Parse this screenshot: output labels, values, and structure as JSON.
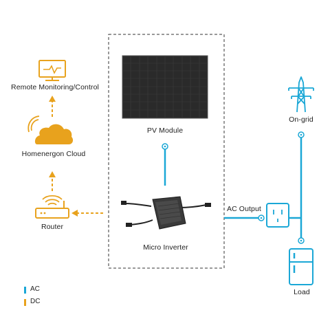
{
  "colors": {
    "ac": "#1aa7d6",
    "dc": "#e8a21d",
    "panel": "#2b2b2b",
    "border": "#333333"
  },
  "labels": {
    "remote": "Remote Monitoring/Control",
    "cloud": "Homenergon Cloud",
    "router": "Router",
    "pv": "PV Module",
    "inverter": "Micro Inverter",
    "ac_output": "AC Output",
    "grid": "On-grid",
    "load": "Load"
  },
  "legend": [
    {
      "label": "AC",
      "color": "#1aa7d6"
    },
    {
      "label": "DC",
      "color": "#e8a21d"
    }
  ],
  "icons": [
    "monitor-icon",
    "cloud-icon",
    "router-icon",
    "solar-panel-icon",
    "micro-inverter-icon",
    "outlet-icon",
    "power-tower-icon",
    "refrigerator-icon"
  ]
}
